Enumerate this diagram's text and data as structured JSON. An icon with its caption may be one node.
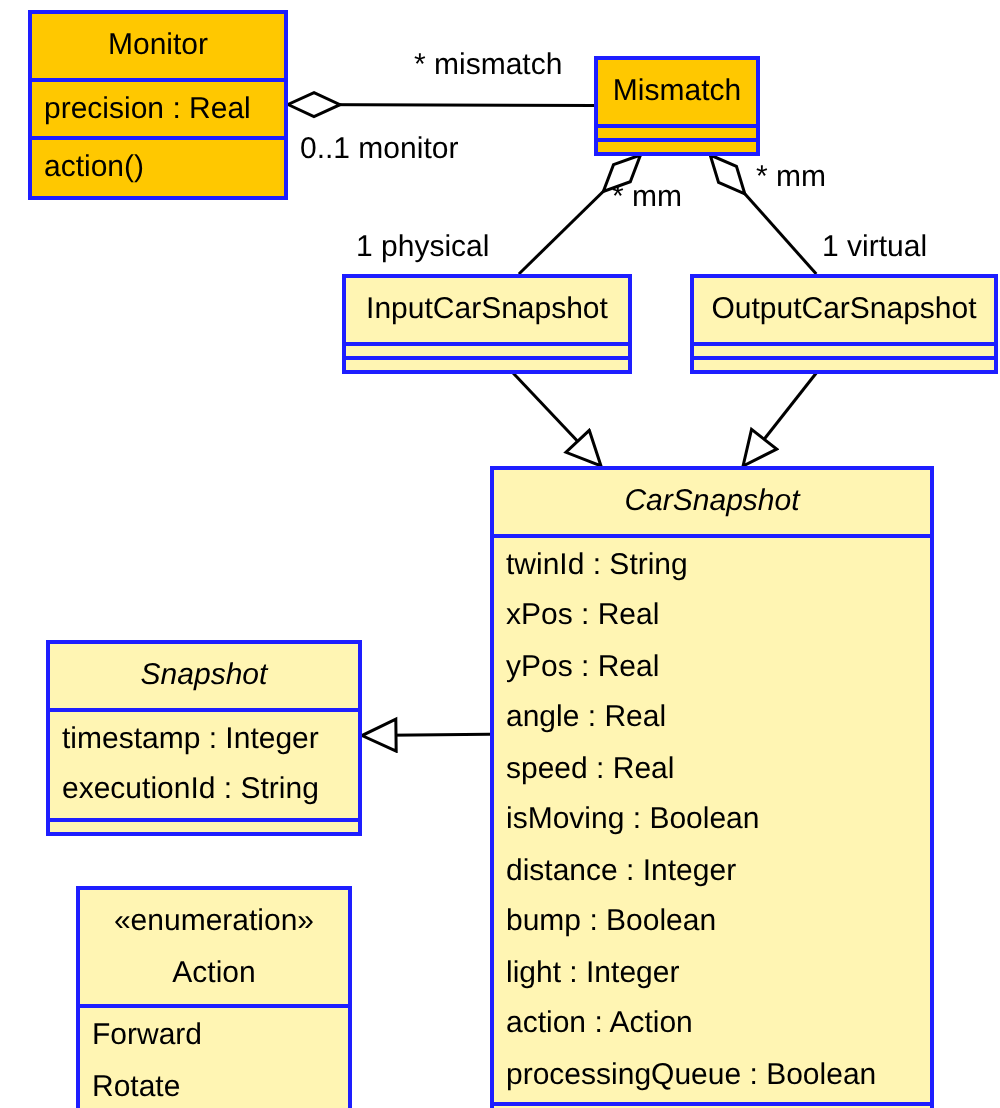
{
  "diagram": {
    "nodes": [
      {
        "text": [
          "Monitor",
          "precision : Real",
          "action()"
        ]
      },
      {
        "text": [
          "Mismatch"
        ]
      },
      {
        "text": [
          "InputCarSnapshot"
        ]
      },
      {
        "text": [
          "OutputCarSnapshot"
        ]
      },
      {
        "text": [
          "CarSnapshot",
          "twinId : String",
          "xPos : Real",
          "yPos : Real",
          "angle : Real",
          "speed : Real",
          "isMoving : Boolean",
          "distance : Integer",
          "bump : Boolean",
          "light : Integer",
          "action : Action",
          "processingQueue : Boolean"
        ]
      },
      {
        "text": [
          "Snapshot",
          "timestamp : Integer",
          "executionId : String"
        ]
      },
      {
        "text": [
          "«enumeration»",
          "Action",
          "Forward",
          "Rotate"
        ]
      }
    ],
    "edges": [
      {
        "from": 0,
        "to": 1,
        "arrow": "other"
      },
      {
        "from": 1,
        "to": 2,
        "arrow": "other"
      },
      {
        "from": 1,
        "to": 3,
        "arrow": "other"
      },
      {
        "from": 2,
        "to": 4,
        "arrow": "to"
      },
      {
        "from": 3,
        "to": 4,
        "arrow": "to"
      },
      {
        "from": 4,
        "to": 5,
        "arrow": "to"
      }
    ],
    "labels": [
      "* mismatch",
      "0..1 monitor",
      "* mm",
      "1 physical",
      "* mm",
      "1 virtual"
    ]
  }
}
